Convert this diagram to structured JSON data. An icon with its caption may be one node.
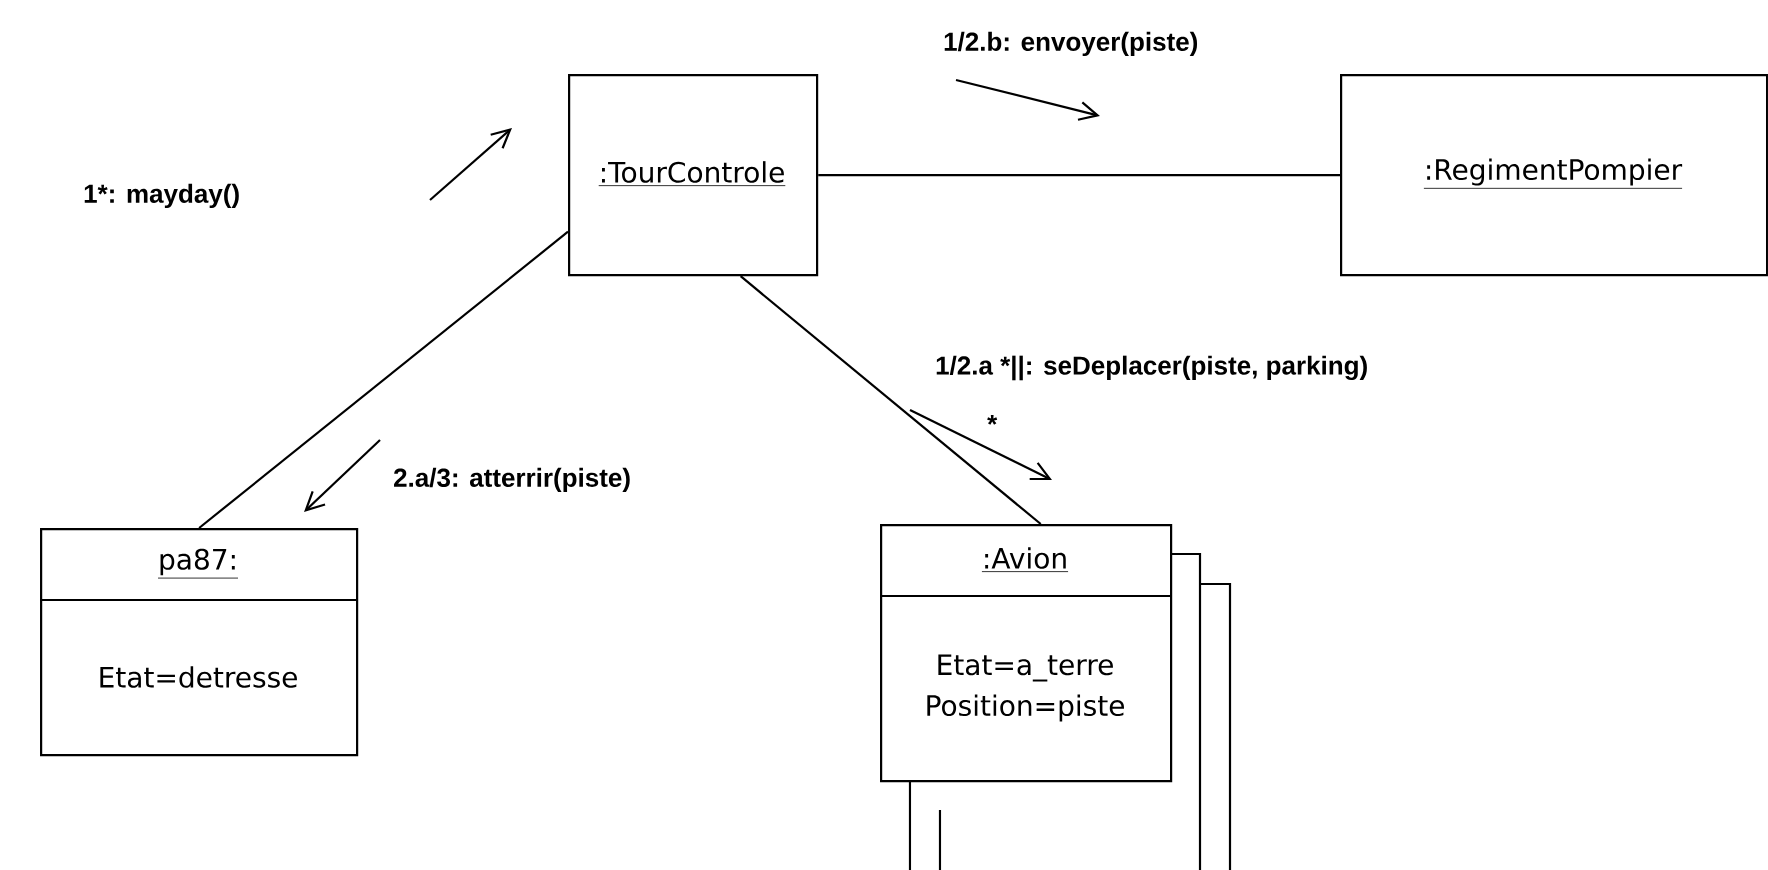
{
  "diagram": {
    "nodes": [
      {
        "text": [
          ":TourControle"
        ]
      },
      {
        "text": [
          ":RegimentPompier"
        ]
      },
      {
        "text": [
          "pa87:",
          "Etat=detresse"
        ]
      },
      {
        "text": [
          ":Avion",
          "Etat=a_terre",
          "Position=piste"
        ]
      }
    ],
    "edges": [
      {
        "from": 0,
        "to": 1,
        "arrow": "none",
        "label": "1/2.b: envoyer(piste)"
      },
      {
        "from": 0,
        "to": 2,
        "arrow": "none",
        "label": "2.a/3: atterrir(piste)"
      },
      {
        "from": 0,
        "to": 3,
        "arrow": "none",
        "label": "1/2.a *||: seDeplacer(piste, parking)"
      }
    ],
    "labels": [
      "1*: mayday()",
      "*"
    ]
  }
}
